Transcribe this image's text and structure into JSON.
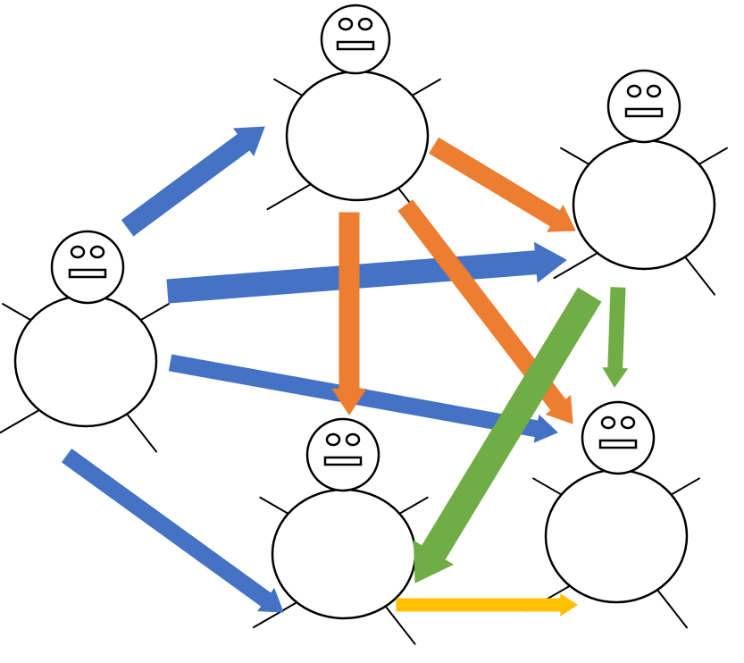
{
  "colors": {
    "outline": "#000000",
    "fill": "#ffffff",
    "blue": "#4472C4",
    "orange": "#ED7D31",
    "green": "#70AD47",
    "yellow": "#FFC000"
  },
  "people": [
    {
      "id": "left"
    },
    {
      "id": "top-center"
    },
    {
      "id": "top-right"
    },
    {
      "id": "bottom-center"
    },
    {
      "id": "bottom-right"
    }
  ],
  "arrows": [
    {
      "from": "left",
      "to": "top-center",
      "color": "blue"
    },
    {
      "from": "left",
      "to": "top-right",
      "color": "blue"
    },
    {
      "from": "left",
      "to": "bottom-right",
      "color": "blue"
    },
    {
      "from": "left",
      "to": "bottom-center",
      "color": "blue"
    },
    {
      "from": "top-center",
      "to": "top-right",
      "color": "orange"
    },
    {
      "from": "top-center",
      "to": "bottom-center",
      "color": "orange"
    },
    {
      "from": "top-center",
      "to": "bottom-right",
      "color": "orange"
    },
    {
      "from": "top-right",
      "to": "bottom-right",
      "color": "green"
    },
    {
      "from": "top-right",
      "to": "bottom-center",
      "color": "green"
    },
    {
      "from": "bottom-center",
      "to": "bottom-right",
      "color": "yellow"
    }
  ]
}
